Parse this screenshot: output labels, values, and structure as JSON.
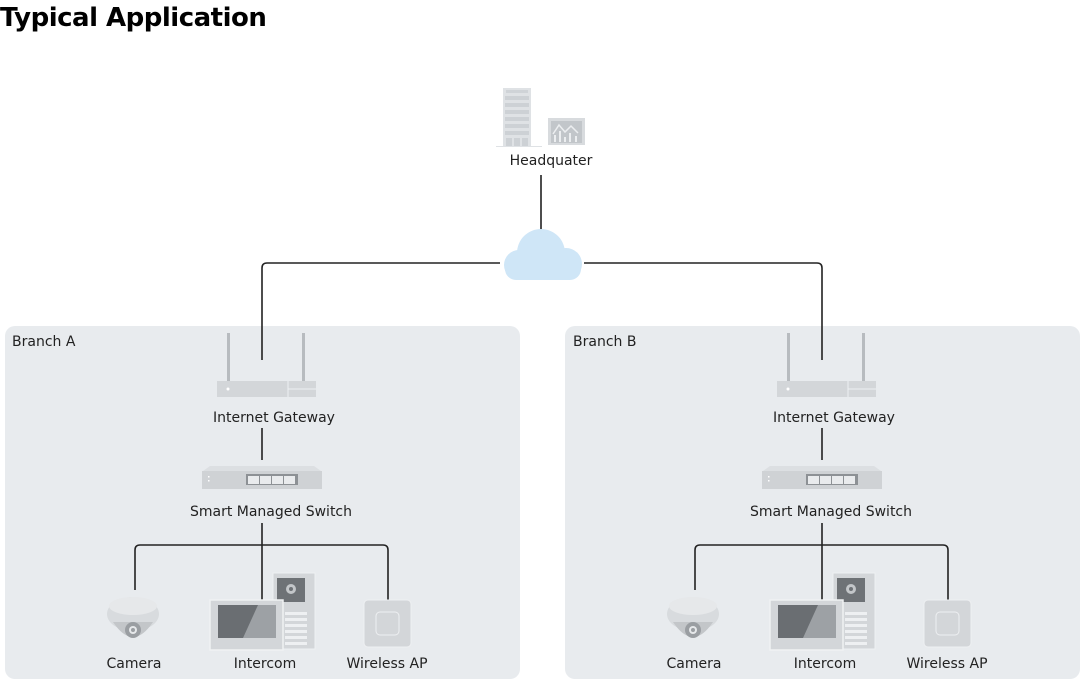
{
  "title": "Typical Application",
  "headquarter": {
    "label": "Headquater",
    "icons": [
      "building-icon",
      "analytics-board-icon"
    ]
  },
  "network": {
    "icon": "cloud-icon"
  },
  "branches": [
    {
      "name": "Branch A",
      "gateway": {
        "label": "Internet Gateway",
        "icon": "router-icon"
      },
      "switch": {
        "label": "Smart Managed Switch",
        "icon": "switch-icon"
      },
      "devices": [
        {
          "label": "Camera",
          "icon": "dome-camera-icon"
        },
        {
          "label": "Intercom",
          "icon": "intercom-icon"
        },
        {
          "label": "Wireless AP",
          "icon": "access-point-icon"
        }
      ]
    },
    {
      "name": "Branch B",
      "gateway": {
        "label": "Internet Gateway",
        "icon": "router-icon"
      },
      "switch": {
        "label": "Smart Managed Switch",
        "icon": "switch-icon"
      },
      "devices": [
        {
          "label": "Camera",
          "icon": "dome-camera-icon"
        },
        {
          "label": "Intercom",
          "icon": "intercom-icon"
        },
        {
          "label": "Wireless AP",
          "icon": "access-point-icon"
        }
      ]
    }
  ],
  "colors": {
    "panel": "#e8ebee",
    "cloud": "#cfe6f7",
    "device": "#cfd2d5",
    "line": "#222222"
  }
}
